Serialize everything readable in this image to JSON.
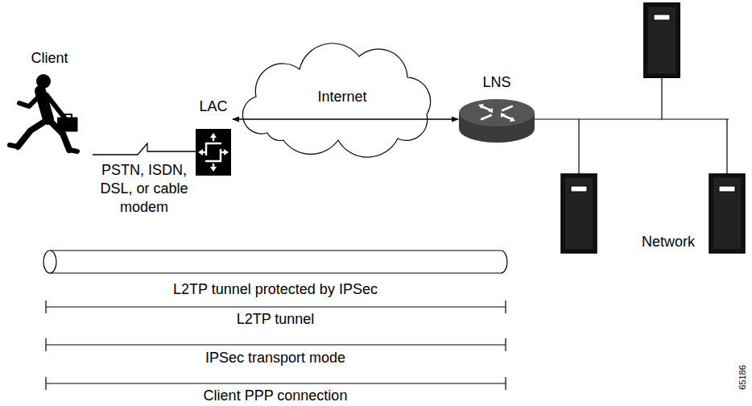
{
  "diagram": {
    "nodes": [
      {
        "text": [
          "Client"
        ]
      },
      {
        "text": [
          "LAC"
        ]
      },
      {
        "text": [
          "Internet"
        ]
      },
      {
        "text": [
          "LNS"
        ]
      }
    ],
    "edges": [
      {
        "from": 0,
        "to": 1,
        "arrow": "none",
        "label": "PSTN, ISDN, DSL, or cable modem"
      },
      {
        "from": 1,
        "to": 3,
        "arrow": "both"
      }
    ],
    "labels": [
      "L2TP tunnel protected by IPSec",
      "L2TP tunnel",
      "IPSec transport mode",
      "Client PPP connection",
      "Network",
      "65186"
    ]
  }
}
